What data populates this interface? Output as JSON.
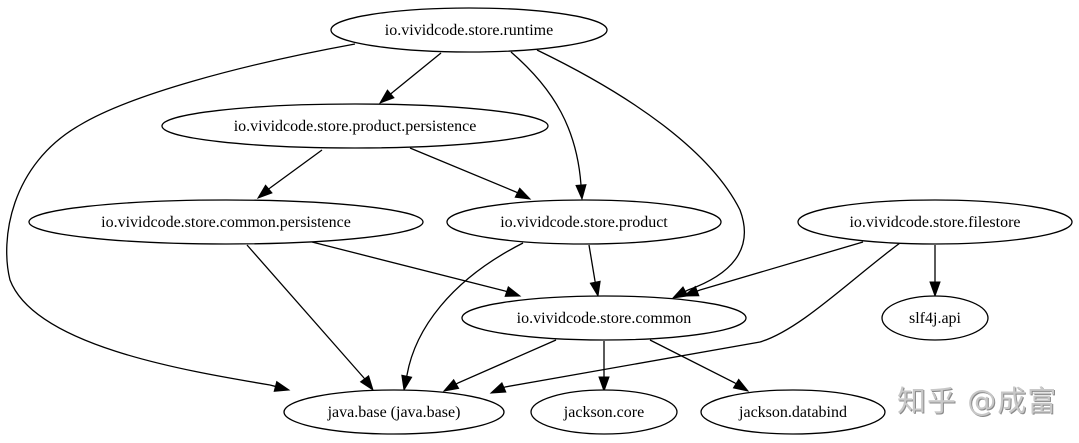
{
  "diagram": {
    "type": "module-dependency-graph",
    "nodes": [
      {
        "id": "runtime",
        "label": "io.vividcode.store.runtime"
      },
      {
        "id": "product_persistence",
        "label": "io.vividcode.store.product.persistence"
      },
      {
        "id": "common_persistence",
        "label": "io.vividcode.store.common.persistence"
      },
      {
        "id": "product",
        "label": "io.vividcode.store.product"
      },
      {
        "id": "filestore",
        "label": "io.vividcode.store.filestore"
      },
      {
        "id": "common",
        "label": "io.vividcode.store.common"
      },
      {
        "id": "slf4j",
        "label": "slf4j.api"
      },
      {
        "id": "java_base",
        "label": "java.base (java.base)"
      },
      {
        "id": "jackson_core",
        "label": "jackson.core"
      },
      {
        "id": "jackson_databind",
        "label": "jackson.databind"
      }
    ],
    "edges": [
      {
        "from": "runtime",
        "to": "product_persistence"
      },
      {
        "from": "runtime",
        "to": "product"
      },
      {
        "from": "runtime",
        "to": "common"
      },
      {
        "from": "runtime",
        "to": "java_base"
      },
      {
        "from": "product_persistence",
        "to": "common_persistence"
      },
      {
        "from": "product_persistence",
        "to": "product"
      },
      {
        "from": "common_persistence",
        "to": "common"
      },
      {
        "from": "common_persistence",
        "to": "java_base"
      },
      {
        "from": "product",
        "to": "common"
      },
      {
        "from": "product",
        "to": "java_base"
      },
      {
        "from": "filestore",
        "to": "common"
      },
      {
        "from": "filestore",
        "to": "slf4j"
      },
      {
        "from": "filestore",
        "to": "java_base"
      },
      {
        "from": "common",
        "to": "java_base"
      },
      {
        "from": "common",
        "to": "jackson_core"
      },
      {
        "from": "common",
        "to": "jackson_databind"
      }
    ]
  },
  "watermark": {
    "text": "知乎 @成富"
  }
}
